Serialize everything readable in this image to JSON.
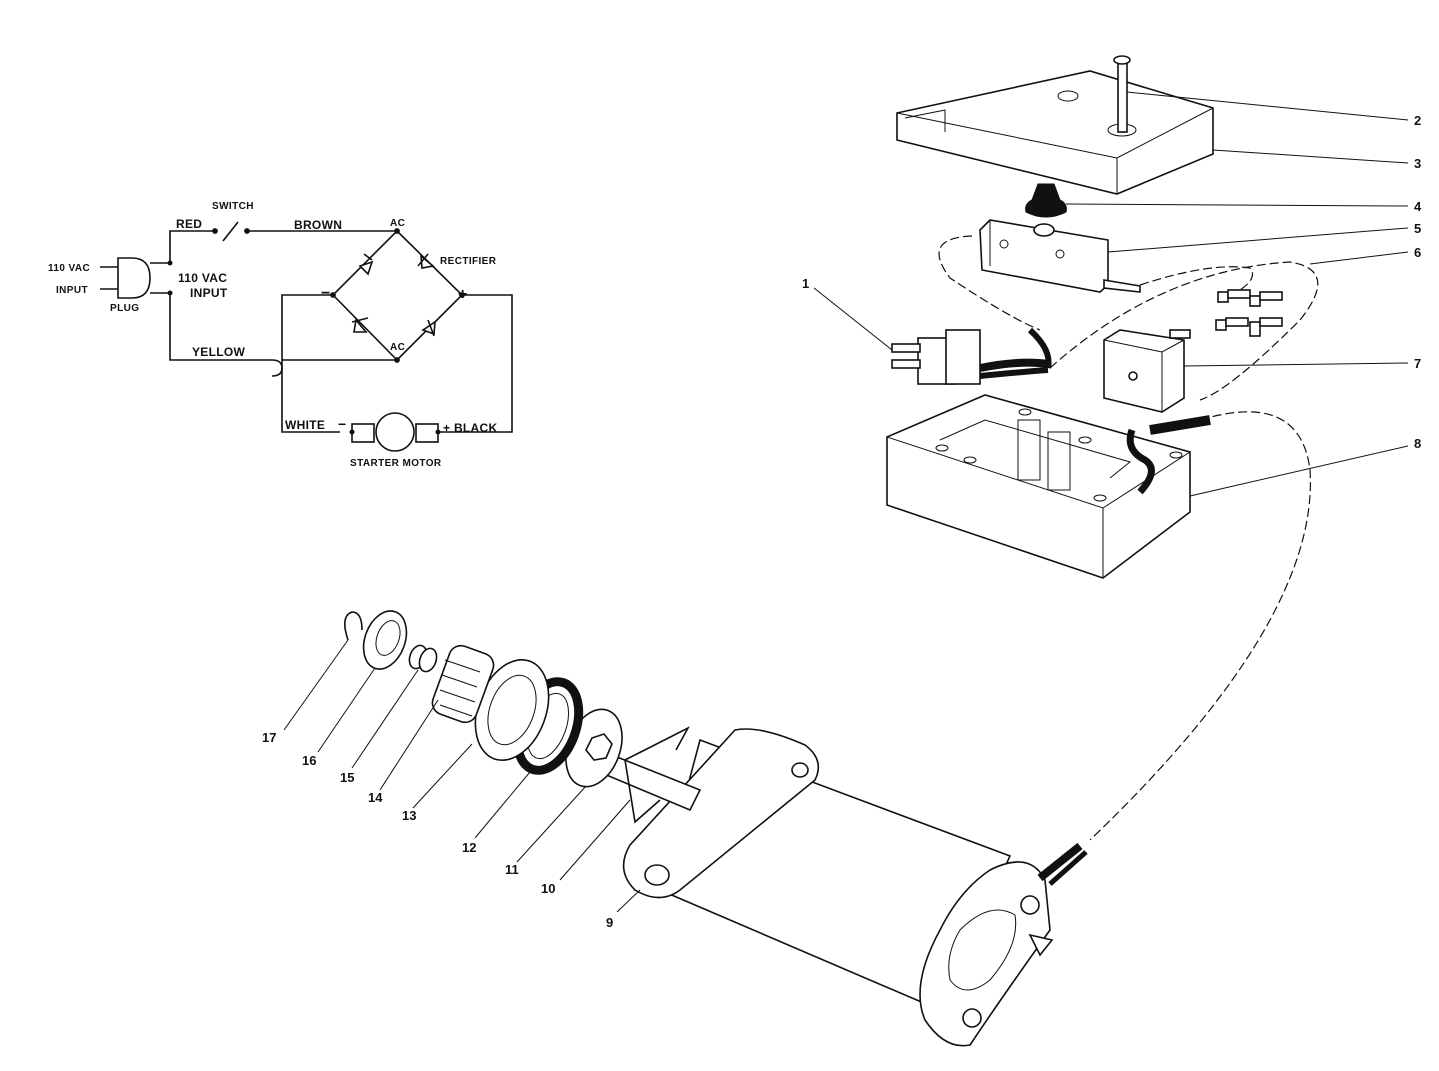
{
  "schematic": {
    "plug_input_top": "110 VAC",
    "plug_input_bottom": "INPUT",
    "plug_label": "PLUG",
    "input_label_top": "110 VAC",
    "input_label_bottom": "INPUT",
    "switch": "SWITCH",
    "red": "RED",
    "brown": "BROWN",
    "yellow": "YELLOW",
    "ac_top": "AC",
    "ac_bottom": "AC",
    "rectifier": "RECTIFIER",
    "minus": "−",
    "plus": "+",
    "white": "WHITE",
    "white_minus": "−",
    "black": "+ BLACK",
    "starter_motor": "STARTER MOTOR"
  },
  "callouts": [
    "1",
    "2",
    "3",
    "4",
    "5",
    "6",
    "7",
    "8",
    "9",
    "10",
    "11",
    "12",
    "13",
    "14",
    "15",
    "16",
    "17"
  ]
}
